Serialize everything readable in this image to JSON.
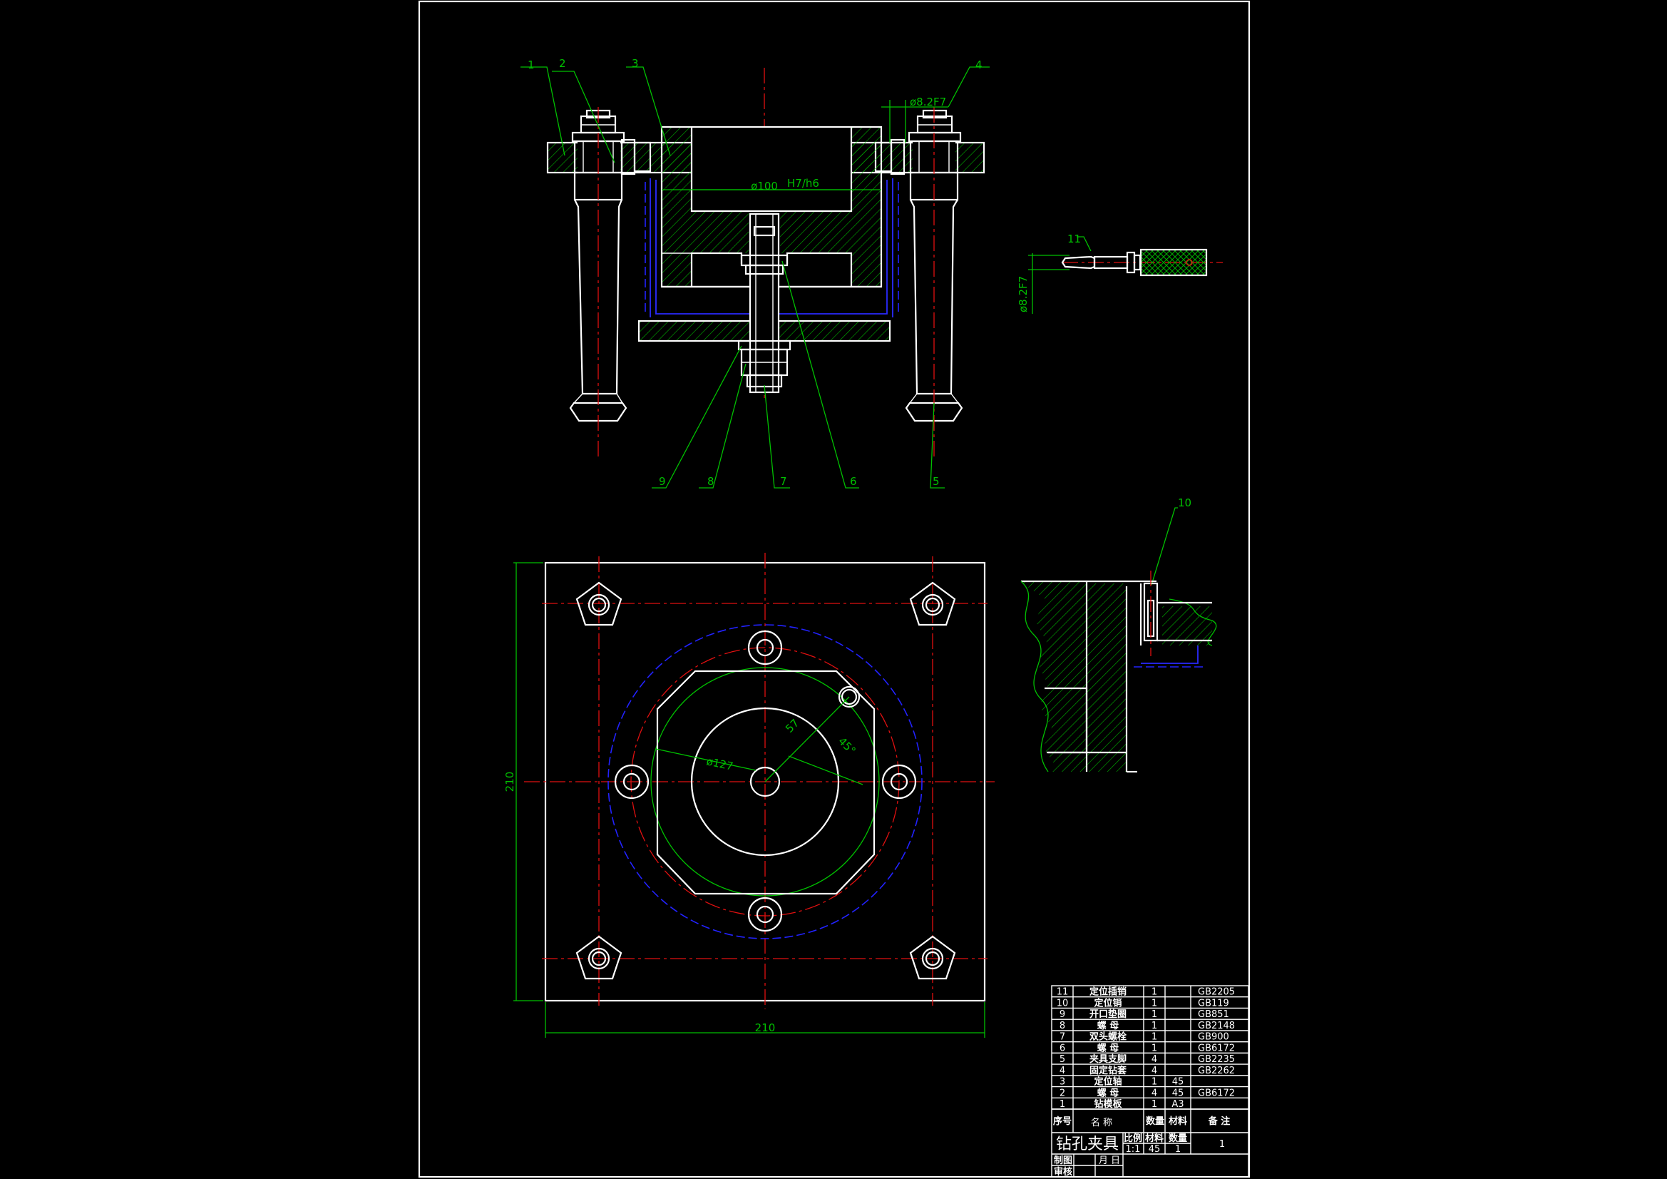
{
  "colors": {
    "background": "#000000",
    "outline": "#ffffff",
    "dimension": "#00c000",
    "centerline": "#e01010",
    "hidden_line": "#2222ff"
  },
  "balloons": [
    "1",
    "2",
    "3",
    "4",
    "5",
    "6",
    "7",
    "8",
    "9",
    "10",
    "11"
  ],
  "dimensions": {
    "pin_fit_top": "ø8.2F7",
    "bore": "ø100",
    "bore_fit": "H7/h6",
    "pin_fit_side": "ø8.2F7",
    "width": "210",
    "height": "210",
    "circle_dia": "ø127",
    "radius_label": "57",
    "angle_label": "45°"
  },
  "title_block": {
    "parts": [
      {
        "no": "11",
        "name": "定位插销",
        "qty": "1",
        "material": "",
        "note": "GB2205"
      },
      {
        "no": "10",
        "name": "定位销",
        "qty": "1",
        "material": "",
        "note": "GB119"
      },
      {
        "no": "9",
        "name": "开口垫圈",
        "qty": "1",
        "material": "",
        "note": "GB851"
      },
      {
        "no": "8",
        "name": "螺 母",
        "qty": "1",
        "material": "",
        "note": "GB2148"
      },
      {
        "no": "7",
        "name": "双头螺栓",
        "qty": "1",
        "material": "",
        "note": "GB900"
      },
      {
        "no": "6",
        "name": "螺 母",
        "qty": "1",
        "material": "",
        "note": "GB6172"
      },
      {
        "no": "5",
        "name": "夹具支脚",
        "qty": "4",
        "material": "",
        "note": "GB2235"
      },
      {
        "no": "4",
        "name": "固定钻套",
        "qty": "4",
        "material": "",
        "note": "GB2262"
      },
      {
        "no": "3",
        "name": "定位轴",
        "qty": "1",
        "material": "45",
        "note": ""
      },
      {
        "no": "2",
        "name": "螺 母",
        "qty": "4",
        "material": "45",
        "note": "GB6172"
      },
      {
        "no": "1",
        "name": "钻模板",
        "qty": "1",
        "material": "A3",
        "note": ""
      }
    ],
    "header": {
      "no": "序号",
      "name": "名 称",
      "qty": "数量",
      "material": "材料",
      "note": "备 注"
    },
    "title": "钻孔夹具",
    "scale_label": "比例",
    "scale": "1:1",
    "material_label": "材料",
    "material": "45",
    "qty_label": "数量",
    "qty": "1",
    "sheet": "1",
    "drawn_by": "制图",
    "checked_by": "审核",
    "date": "月 日"
  }
}
